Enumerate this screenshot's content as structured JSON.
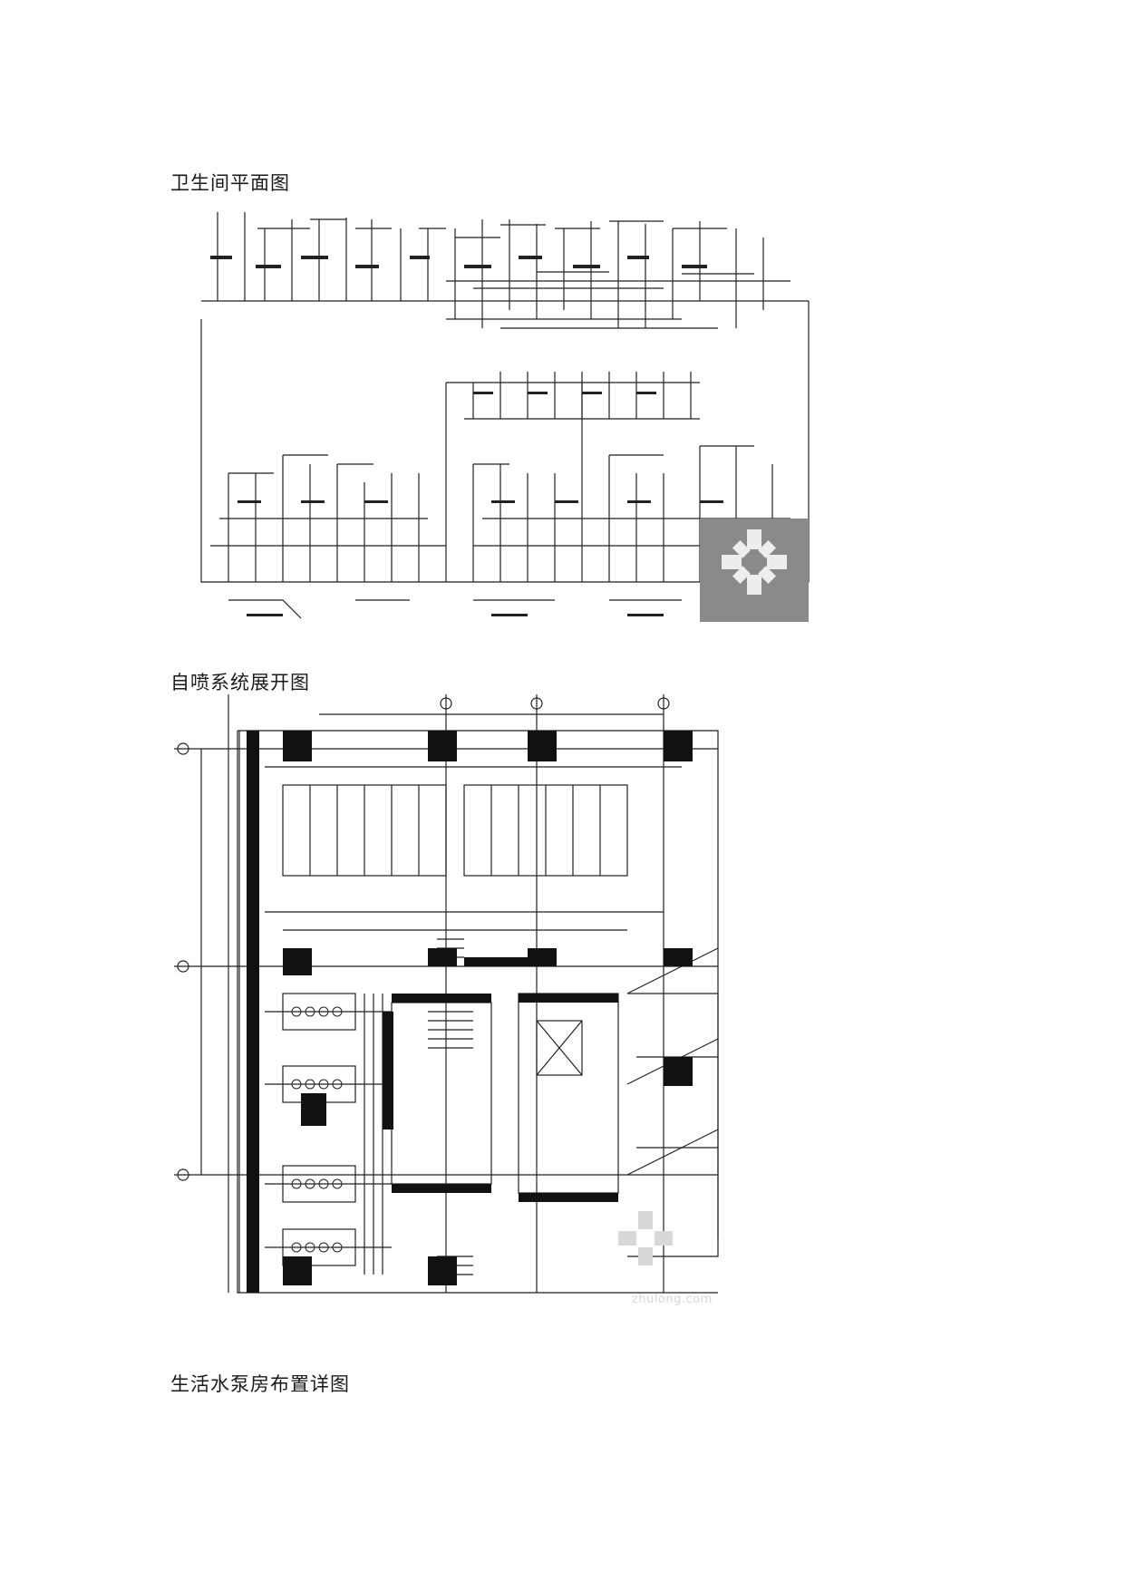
{
  "captions": {
    "first": "卫生间平面图",
    "second": "自喷系统展开图",
    "third": "生活水泵房布置详图"
  },
  "watermark": {
    "text": "zhulong.com"
  },
  "colors": {
    "line": "#222222",
    "watermark_box": "#8a8a8a",
    "background": "#ffffff"
  },
  "icons": {
    "watermark_logo": "zhulong-logo-icon"
  }
}
